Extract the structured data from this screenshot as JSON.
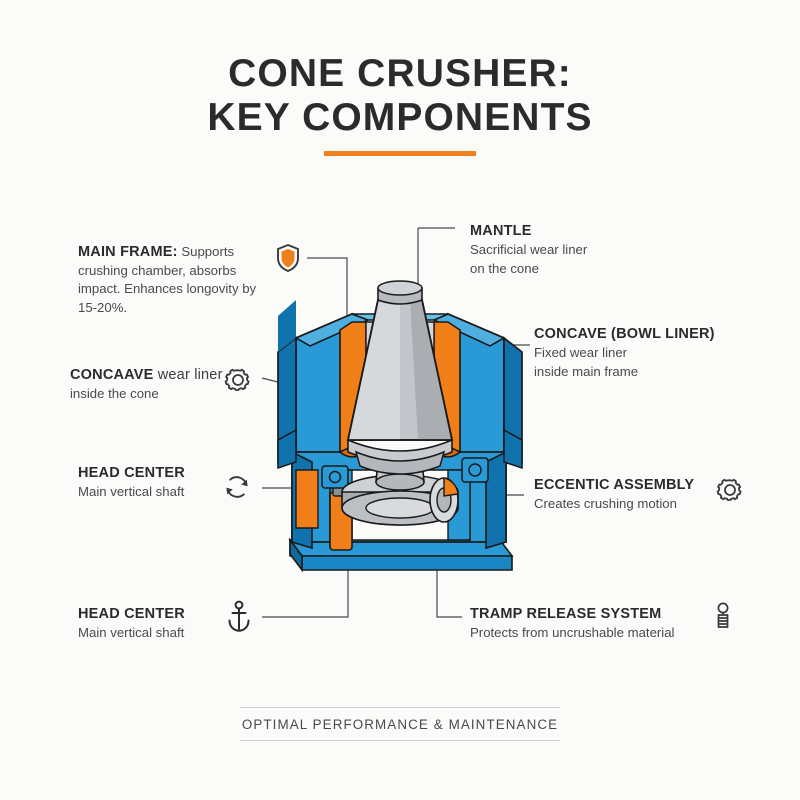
{
  "title": {
    "line1": "CONE CRUSHER:",
    "line2": "KEY COMPONENTS"
  },
  "colors": {
    "accent_orange": "#ef7f1f",
    "machine_blue": "#1f8fd0",
    "machine_blue_dark": "#1173ad",
    "machine_orange": "#f07f1a",
    "metal_grey": "#b9bcc0",
    "text_dark": "#2b2b2b",
    "text_body": "#4a4a4a",
    "background": "#fbfbfa"
  },
  "callouts": {
    "main_frame": {
      "title": "MAIN FRAME:",
      "body": " Supports crushing chamber, absorbs impact. Enhances longovity by 15-20%.",
      "icon": "shield-icon"
    },
    "concave_cone": {
      "title": "CONCAAVE",
      "title_rest": " wear liner",
      "body": "inside the cone",
      "icon": "gear-icon"
    },
    "head_center_top": {
      "title": "HEAD CENTER",
      "body": "Main vertical shaft",
      "icon": "refresh-arrows-icon"
    },
    "head_center_bottom": {
      "title": "HEAD CENTER",
      "body": "Main vertical shaft",
      "icon": "anchor-icon"
    },
    "mantle": {
      "title": "MANTLE",
      "body_line1": "Sacrificial wear liner",
      "body_line2": "on the cone"
    },
    "concave_bowl": {
      "title": "CONCAVE (BOWL LINER)",
      "body_line1": "Fixed wear liner",
      "body_line2": "inside main frame"
    },
    "eccentic_assembly": {
      "title": "ECCENTIC ASSEMBLY",
      "body": "Creates crushing motion",
      "icon": "gear-icon"
    },
    "tramp_release": {
      "title": "TRAMP RELEASE SYSTEM",
      "body": "Protects from uncrushable material",
      "icon": "spring-coil-icon"
    }
  },
  "footer": {
    "text": "OPTIMAL PERFORMANCE & MAINTENANCE"
  },
  "illustration": {
    "name": "cone-crusher-cutaway-diagram"
  }
}
